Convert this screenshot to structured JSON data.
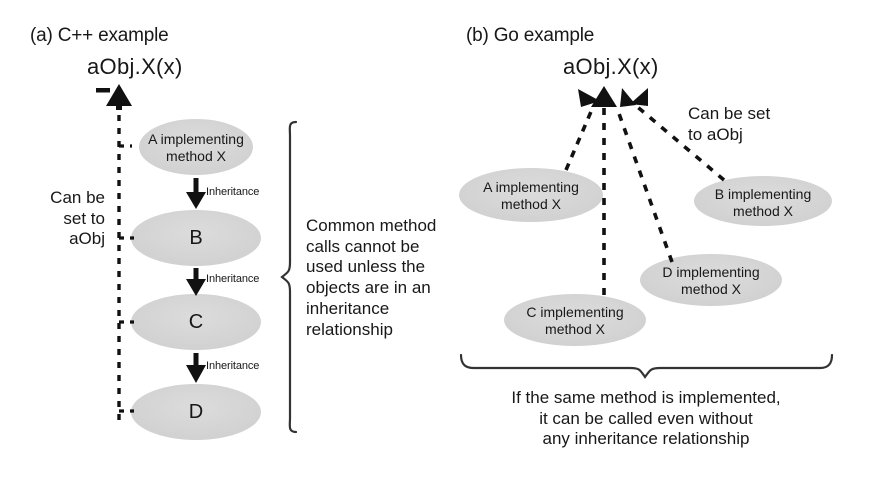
{
  "figure": {
    "background_color": "#ffffff",
    "ellipse_fill": "#d4d4d4",
    "stroke_color": "#1a1a1a"
  },
  "panel_a": {
    "title": "(a) C++ example",
    "call_signature": "aObj.X(x)",
    "left_note": "Can be\nset to\naObj",
    "right_note": "Common method\ncalls cannot be\nused unless the\nobjects are in an\ninheritance\nrelationship",
    "nodes": [
      {
        "id": "A",
        "label": "A implementing\nmethod X"
      },
      {
        "id": "B",
        "label": "B"
      },
      {
        "id": "C",
        "label": "C"
      },
      {
        "id": "D",
        "label": "D"
      }
    ],
    "edge_labels": [
      "Inheritance",
      "Inheritance",
      "Inheritance"
    ]
  },
  "panel_b": {
    "title": "(b) Go example",
    "call_signature": "aObj.X(x)",
    "side_note": "Can be set\nto aObj",
    "bottom_note": "If the same method is implemented,\nit can be called even without\nany inheritance relationship",
    "nodes": [
      {
        "id": "A",
        "label": "A implementing\nmethod X"
      },
      {
        "id": "B",
        "label": "B implementing\nmethod X"
      },
      {
        "id": "C",
        "label": "C implementing\nmethod X"
      },
      {
        "id": "D",
        "label": "D implementing\nmethod X"
      }
    ]
  }
}
